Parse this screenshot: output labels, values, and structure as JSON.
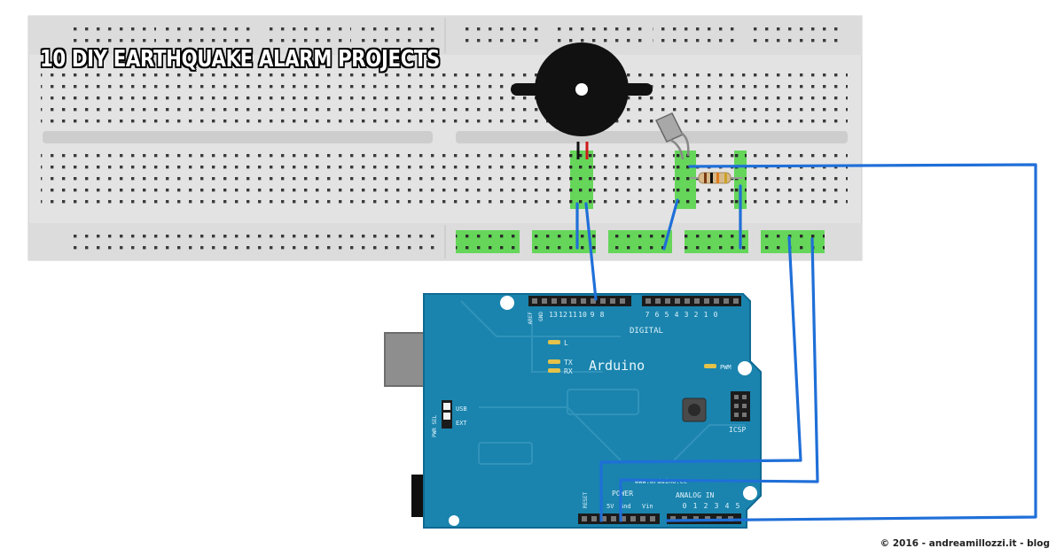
{
  "title": "10 DIY EARTHQUAKE ALARM PROJECTS",
  "copyright": "© 2016 - andreamillozzi.it - blog",
  "board": {
    "name": "Arduino",
    "website": "www.arduino.cc",
    "section_digital": "DIGITAL",
    "section_power": "POWER",
    "section_analog": "ANALOG IN",
    "label_aref": "AREF",
    "label_gnd": "GND",
    "digital_pins": [
      "13",
      "12",
      "11",
      "10",
      "9",
      "8",
      "7",
      "6",
      "5",
      "4",
      "3",
      "2",
      "1",
      "0"
    ],
    "power_pins": [
      "5V",
      "Gnd",
      "Vin"
    ],
    "analog_pins": [
      "0",
      "1",
      "2",
      "3",
      "4",
      "5"
    ],
    "label_l": "L",
    "label_tx": "TX",
    "label_rx": "RX",
    "label_pwm": "PWM",
    "label_icsp": "ICSP",
    "label_usb": "USB",
    "label_ext": "EXT",
    "label_pwr_sel": "PWR SEL",
    "label_reset": "RESET"
  },
  "colors": {
    "board": "#1a84ae",
    "board_edge": "#0f6a92",
    "breadboard": "#e3e3e3",
    "hole": "#3a3a3a",
    "highlight": "#65d65a",
    "wire": "#1f6fd8",
    "buzzer": "#111111"
  }
}
